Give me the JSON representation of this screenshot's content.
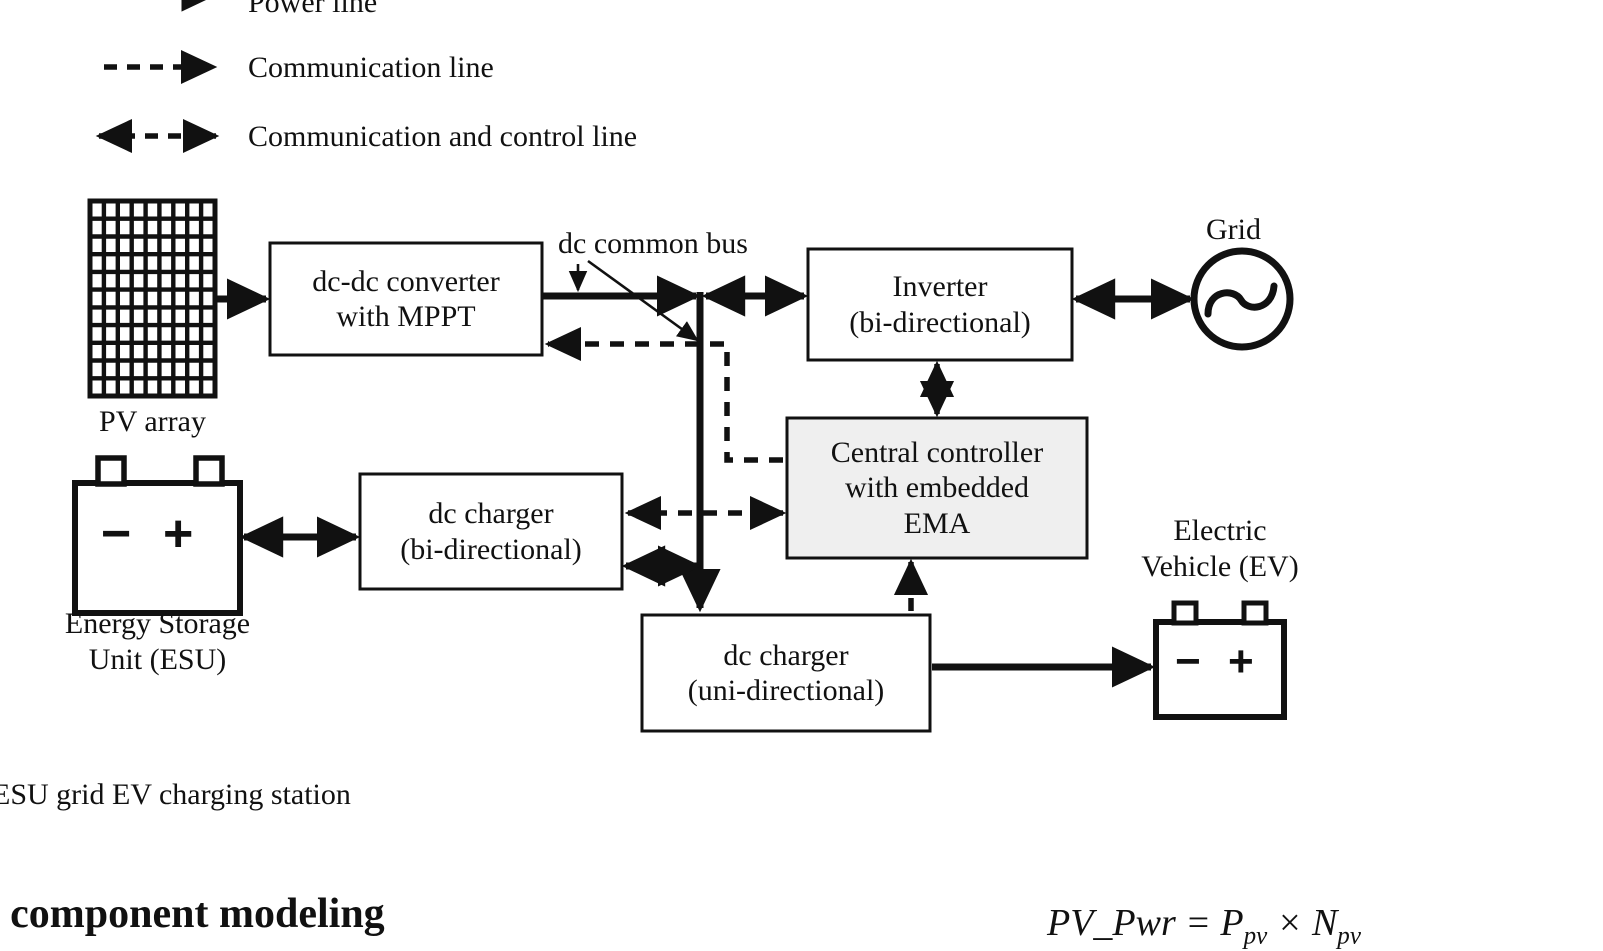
{
  "figure": {
    "caption": "ESU grid EV charging station",
    "section_heading": "l component modeling",
    "formula": "PV_Pwr =   P",
    "formula_sub1": "pv",
    "formula_mid": " × N",
    "formula_sub2": "pv"
  },
  "legend": {
    "items": [
      {
        "label": "Power line",
        "style": "solid-arrow",
        "icon": "solid-arrow-icon"
      },
      {
        "label": "Communication line",
        "style": "dashed-arrow",
        "icon": "dashed-arrow-icon"
      },
      {
        "label": "Communication and control line",
        "style": "dashed-double-arrow",
        "icon": "dashed-double-arrow-icon"
      }
    ]
  },
  "diagram": {
    "bus_label": "dc common bus",
    "grid_label": "Grid",
    "nodes": {
      "pv_array": {
        "caption": "PV array",
        "icon": "pv-array-icon",
        "cols": 9,
        "rows": 11
      },
      "esu": {
        "caption_line1": "Energy Storage",
        "caption_line2": "Unit (ESU)",
        "icon": "battery-icon",
        "minus": "−",
        "plus": "+"
      },
      "ev": {
        "caption_line1": "Electric",
        "caption_line2": "Vehicle (EV)",
        "icon": "battery-icon",
        "minus": "−",
        "plus": "+"
      },
      "grid": {
        "icon": "ac-source-icon"
      }
    },
    "blocks": [
      {
        "id": "dc-dc-converter",
        "line1": "dc-dc converter",
        "line2": "with MPPT",
        "fill": "#ffffff"
      },
      {
        "id": "inverter",
        "line1": "Inverter",
        "line2": "(bi-directional)",
        "fill": "#ffffff"
      },
      {
        "id": "central-controller",
        "line1": "Central controller",
        "line2": "with embedded",
        "line3": "EMA",
        "fill": "#efefef"
      },
      {
        "id": "dc-charger-bidirectional",
        "line1": "dc charger",
        "line2": "(bi-directional)",
        "fill": "#ffffff"
      },
      {
        "id": "dc-charger-unidirectional",
        "line1": "dc charger",
        "line2": "(uni-directional)",
        "fill": "#ffffff"
      }
    ]
  },
  "colors": {
    "stroke": "#111111",
    "controller_fill": "#efefef",
    "background": "#ffffff"
  }
}
